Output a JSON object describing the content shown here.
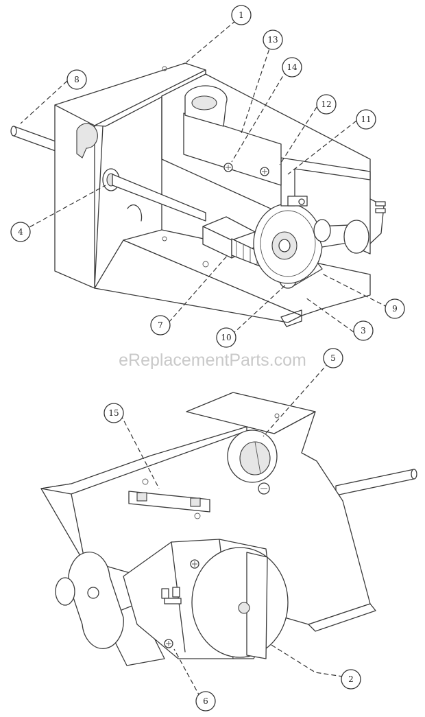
{
  "watermark": "eReplacementParts.com",
  "callouts": {
    "c1": "1",
    "c2": "2",
    "c3": "3",
    "c4": "4",
    "c5": "5",
    "c6": "6",
    "c7": "7",
    "c8": "8",
    "c9": "9",
    "c10": "10",
    "c11": "11",
    "c12": "12",
    "c13": "13",
    "c14": "14",
    "c15": "15"
  }
}
